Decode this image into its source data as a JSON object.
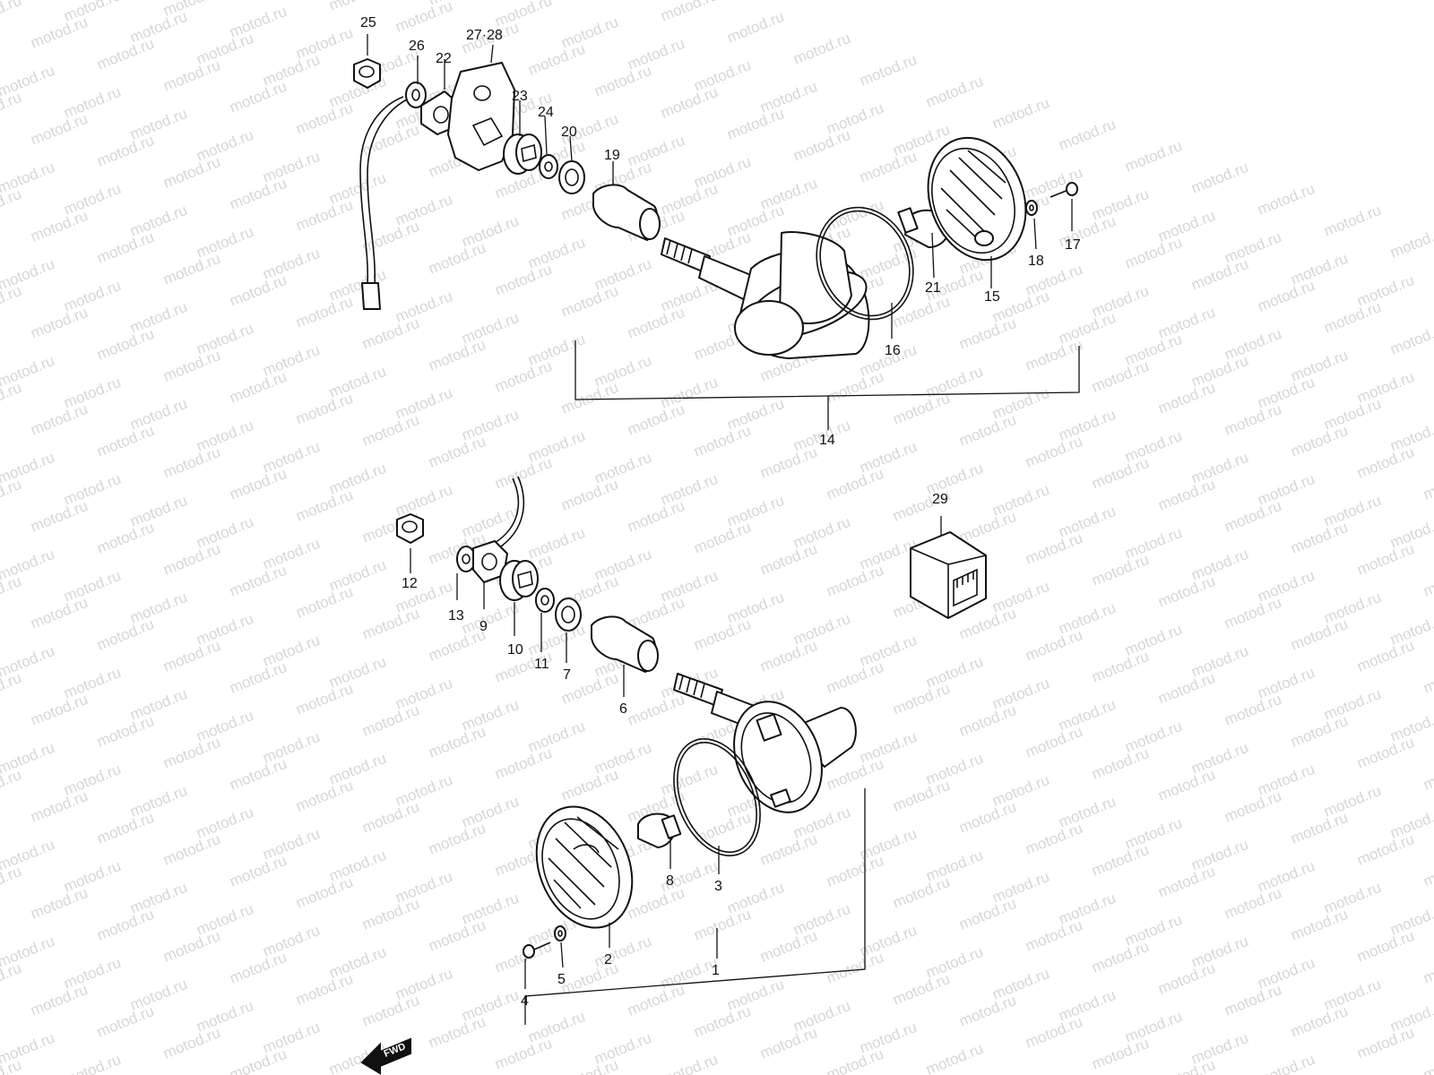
{
  "watermark": "motod.ru",
  "fwd_label": "FWD",
  "callouts": {
    "c1": "1",
    "c2": "2",
    "c3": "3",
    "c4": "4",
    "c5": "5",
    "c6": "6",
    "c7": "7",
    "c8": "8",
    "c9": "9",
    "c10": "10",
    "c11": "11",
    "c12": "12",
    "c13": "13",
    "c14": "14",
    "c15": "15",
    "c16": "16",
    "c17": "17",
    "c18": "18",
    "c19": "19",
    "c20": "20",
    "c21": "21",
    "c22": "22",
    "c23": "23",
    "c24": "24",
    "c25": "25",
    "c26": "26",
    "c27_28": "27·28",
    "c29": "29"
  }
}
